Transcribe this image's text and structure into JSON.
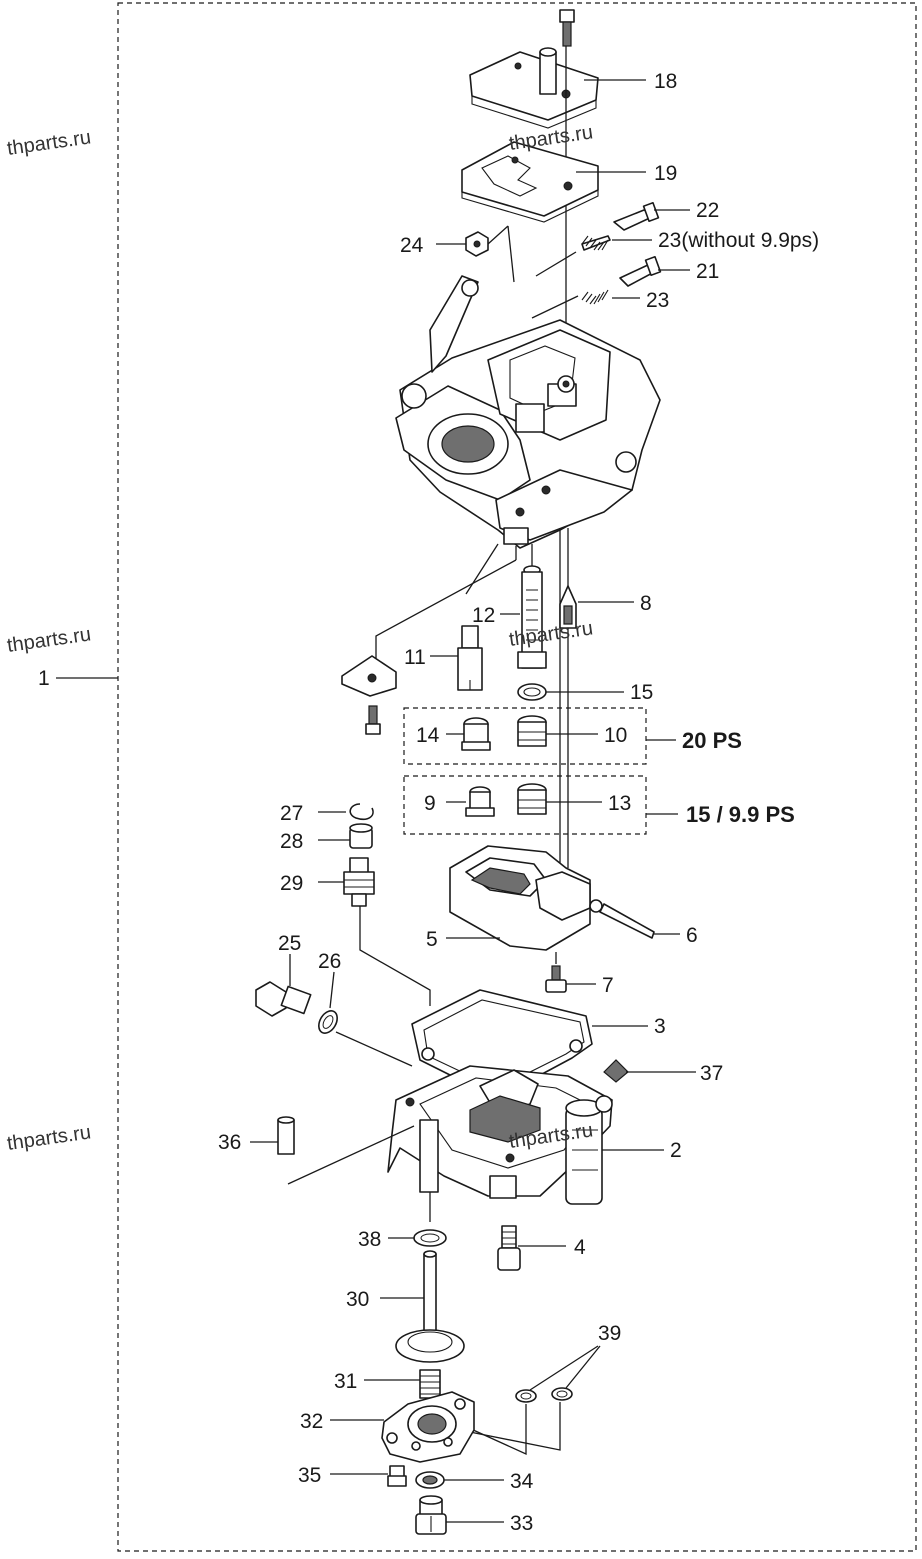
{
  "watermarks": [
    "thparts.ru",
    "thparts.ru",
    "thparts.ru",
    "thparts.ru",
    "thparts.ru",
    "thparts.ru"
  ],
  "callouts": {
    "p1": "1",
    "p2": "2",
    "p3": "3",
    "p4": "4",
    "p5": "5",
    "p6": "6",
    "p7": "7",
    "p8": "8",
    "p9": "9",
    "p10": "10",
    "p11": "11",
    "p12": "12",
    "p13": "13",
    "p14": "14",
    "p15": "15",
    "p18": "18",
    "p19": "19",
    "p21": "21",
    "p22": "22",
    "p23a": "23(without 9.9ps)",
    "p23b": "23",
    "p24": "24",
    "p25": "25",
    "p26": "26",
    "p27": "27",
    "p28": "28",
    "p29": "29",
    "p30": "30",
    "p31": "31",
    "p32": "32",
    "p33": "33",
    "p34": "34",
    "p35": "35",
    "p36": "36",
    "p37": "37",
    "p38": "38",
    "p39": "39"
  },
  "groups": {
    "ps20": "20 PS",
    "ps15": "15 / 9.9 PS"
  }
}
